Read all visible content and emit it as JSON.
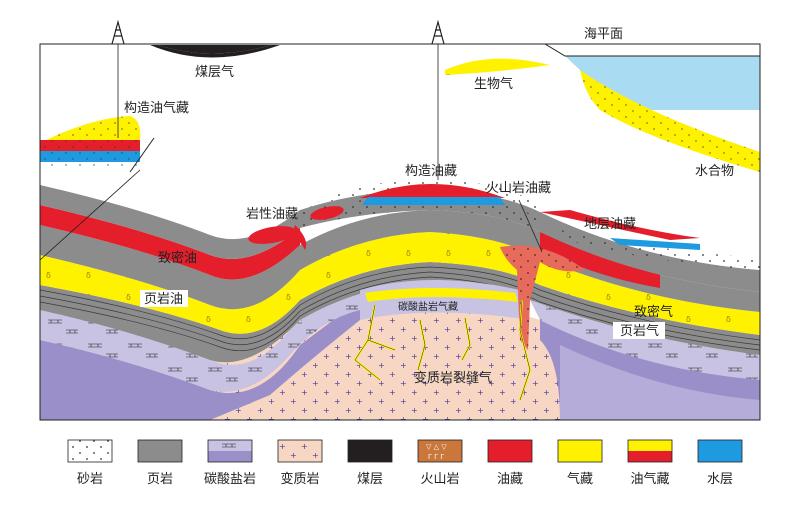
{
  "labels": {
    "sea_level": "海平面",
    "coal_gas": "煤层气",
    "biogas": "生物气",
    "structural_oil_gas": "构造油气藏",
    "hydrate": "水合物",
    "structural_reservoir": "构造油藏",
    "volcanic_reservoir": "火山岩油藏",
    "lithologic_reservoir": "岩性油藏",
    "stratigraphic_reservoir": "地层油藏",
    "tight_oil": "致密油",
    "shale_oil": "页岩油",
    "carbonate_gas": "碳酸盐岩气藏",
    "tight_gas": "致密气",
    "shale_gas": "页岩气",
    "metamorphic_fracture_gas": "变质岩裂缝气"
  },
  "legend": [
    {
      "label": "砂岩",
      "color": "#ffffff",
      "pattern": "dots"
    },
    {
      "label": "页岩",
      "color": "#8c8c8c",
      "pattern": "none"
    },
    {
      "label": "碳酸盐岩",
      "color": "#c9c3e3",
      "pattern": "brick"
    },
    {
      "label": "变质岩",
      "color": "#f7d6c4",
      "pattern": "plus"
    },
    {
      "label": "煤层",
      "color": "#231f20",
      "pattern": "none"
    },
    {
      "label": "火山岩",
      "color": "#c9773a",
      "pattern": "volcanic"
    },
    {
      "label": "油藏",
      "color": "#e41e2b",
      "pattern": "none"
    },
    {
      "label": "气藏",
      "color": "#fff200",
      "pattern": "none"
    },
    {
      "label": "油气藏",
      "color": "#e41e2b",
      "color2": "#fff200",
      "pattern": "split"
    },
    {
      "label": "水层",
      "color": "#1e9be0",
      "pattern": "none"
    }
  ],
  "colors": {
    "sand": "#ffffff",
    "shale": "#8c8c8c",
    "carbonate": "#c9c3e3",
    "carbonate_dark": "#9b8fc9",
    "metamorphic": "#f7d6c4",
    "coal": "#231f20",
    "oil": "#e41e2b",
    "gas": "#fff200",
    "water": "#1e9be0",
    "sea": "#a9dcf2"
  }
}
